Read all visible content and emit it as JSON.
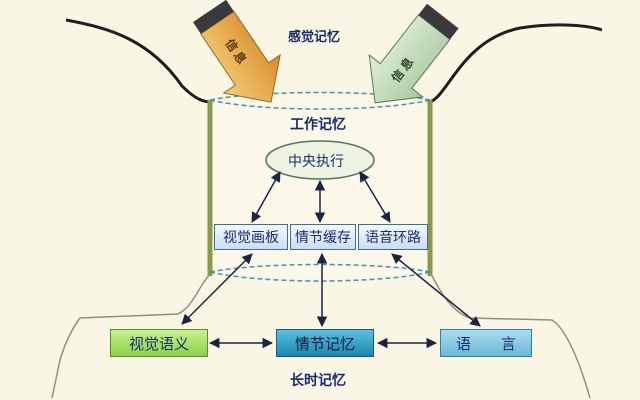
{
  "sensory_memory": "感觉记忆",
  "working_memory": "工作记忆",
  "long_term_memory": "长时记忆",
  "central_executive": "中央执行",
  "info_arrow_left": "信息",
  "info_arrow_right": "信息",
  "working_subsystems": [
    "视觉画板",
    "情节缓存",
    "语音环路"
  ],
  "long_term_stores": [
    "视觉语义",
    "情节记忆",
    "语　　言"
  ],
  "colors": {
    "background": "#faf6e6",
    "text": "#1a2a6a",
    "left_arrow": "#e8a43c",
    "right_arrow": "#c2dcb8",
    "visual_semantic_box": "#a9e070",
    "episodic_memory_box": "#2a9ac0",
    "language_box": "#7fc6dc",
    "connector": "#1c2440"
  }
}
